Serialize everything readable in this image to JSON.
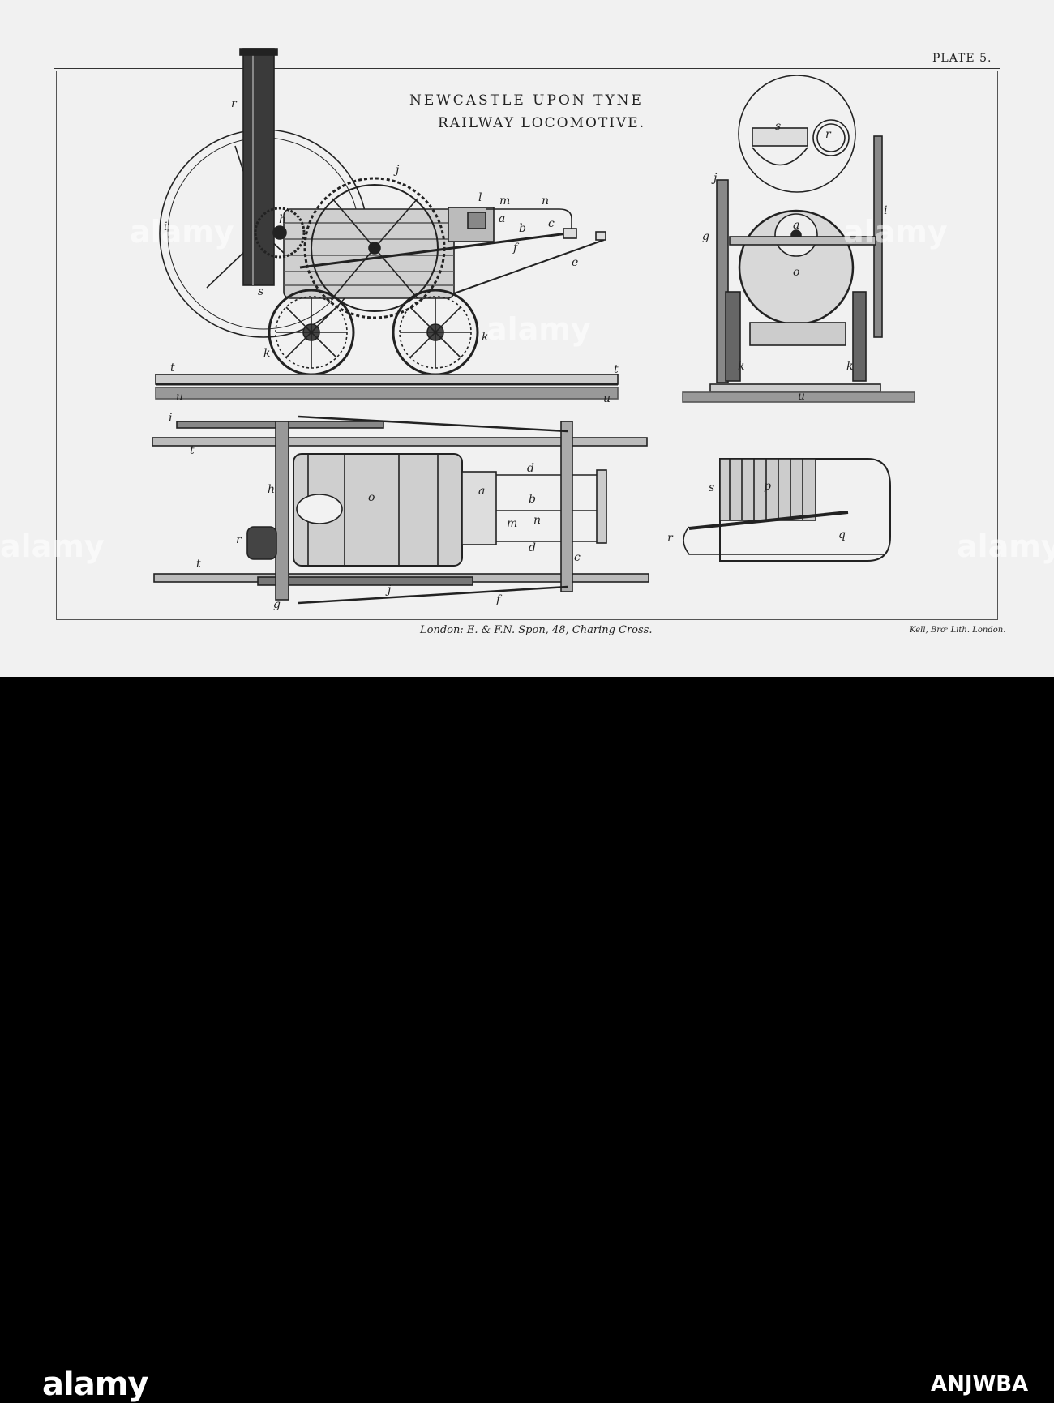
{
  "plate": {
    "number": "PLATE 5.",
    "title_line1": "NEWCASTLE UPON TYNE",
    "title_line2": "RAILWAY LOCOMOTIVE.",
    "publisher": "London: E. & F.N. Spon, 48, Charing Cross.",
    "lithographer": "Kell, Broˢ Lith. London."
  },
  "labels": {
    "side": [
      "r",
      "i",
      "j",
      "l",
      "m",
      "n",
      "h",
      "a",
      "c",
      "b",
      "f",
      "e",
      "s",
      "k",
      "k",
      "t",
      "t",
      "u",
      "u"
    ],
    "end": [
      "j",
      "i",
      "g",
      "a",
      "o",
      "k",
      "k",
      "u",
      "s",
      "r"
    ],
    "plan": [
      "i",
      "t",
      "h",
      "o",
      "d",
      "a",
      "b",
      "m",
      "n",
      "r",
      "d",
      "c",
      "t",
      "g",
      "j",
      "f"
    ],
    "firebox": [
      "s",
      "p",
      "r",
      "q"
    ]
  },
  "colors": {
    "paper": "#f1f1f1",
    "ink": "#222222",
    "stock_bar": "#000000"
  },
  "watermark": {
    "logo": "alamy",
    "image_id": "ANJWBA",
    "overlay": "alamy"
  }
}
